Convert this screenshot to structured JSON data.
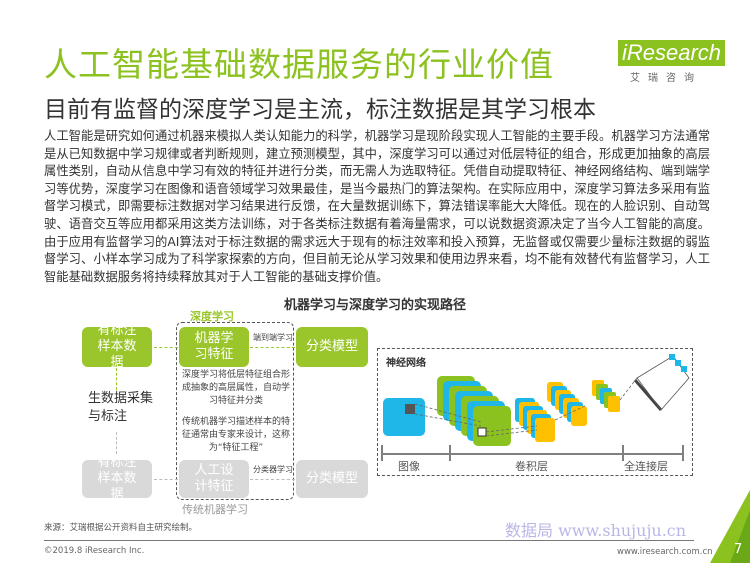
{
  "header": {
    "title": "人工智能基础数据服务的行业价值",
    "subtitle": "目前有监督的深度学习是主流，标注数据是其学习根本"
  },
  "logo": {
    "brand": "iResearch",
    "cn": "艾瑞咨询"
  },
  "body": "人工智能是研究如何通过机器来模拟人类认知能力的科学，机器学习是现阶段实现人工智能的主要手段。机器学习方法通常是从已知数据中学习规律或者判断规则，建立预测模型，其中，深度学习可以通过对低层特征的组合，形成更加抽象的高层属性类别，自动从信息中学习有效的特征并进行分类，而无需人为选取特征。凭借自动提取特征、神经网络结构、端到端学习等优势，深度学习在图像和语音领域学习效果最佳，是当今最热门的算法架构。在实际应用中，深度学习算法多采用有监督学习模式，即需要标注数据对学习结果进行反馈，在大量数据训练下，算法错误率能大大降低。现在的人脸识别、自动驾驶、语音交互等应用都采用这类方法训练，对于各类标注数据有着海量需求，可以说数据资源决定了当今人工智能的高度。由于应用有监督学习的AI算法对于标注数据的需求远大于现有的标注效率和投入预算，无监督或仅需要少量标注数据的弱监督学习、小样本学习成为了科学家探索的方向，但目前无论从学习效果和使用边界来看，均不能有效替代有监督学习，人工智能基础数据服务将持续释放其对于人工智能的基础支撑价值。",
  "diagram": {
    "title": "机器学习与深度学习的实现路径",
    "deep_label": "深度学习",
    "traditional_label": "传统机器学习",
    "labeled_data": "有标注样本数据",
    "ml_features": "机器学习特征",
    "classifier": "分类模型",
    "end_to_end": "端到端学习",
    "collect": "生数据采集与标注",
    "deep_desc": "深度学习将低层特征组合形成抽象的高层属性，自动学习特征并分类",
    "trad_desc": "传统机器学习描述样本的特征通常由专家来设计，这称为“特征工程”",
    "manual_features": "人工设计特征",
    "classifier_learning": "分类器学习",
    "nn_label": "神经网络",
    "image": "图像",
    "conv": "卷积层",
    "fc": "全连接层"
  },
  "colors": {
    "green": "#8cc21f",
    "blue": "#1fb6e8",
    "yellow": "#ffc000"
  },
  "footer": {
    "source": "来源：艾瑞根据公开资料自主研究绘制。",
    "copyright": "©2019.8 iResearch Inc.",
    "url": "www.iresearch.com.cn",
    "watermark": "数据局 www.shujuju.cn",
    "page": "7"
  }
}
